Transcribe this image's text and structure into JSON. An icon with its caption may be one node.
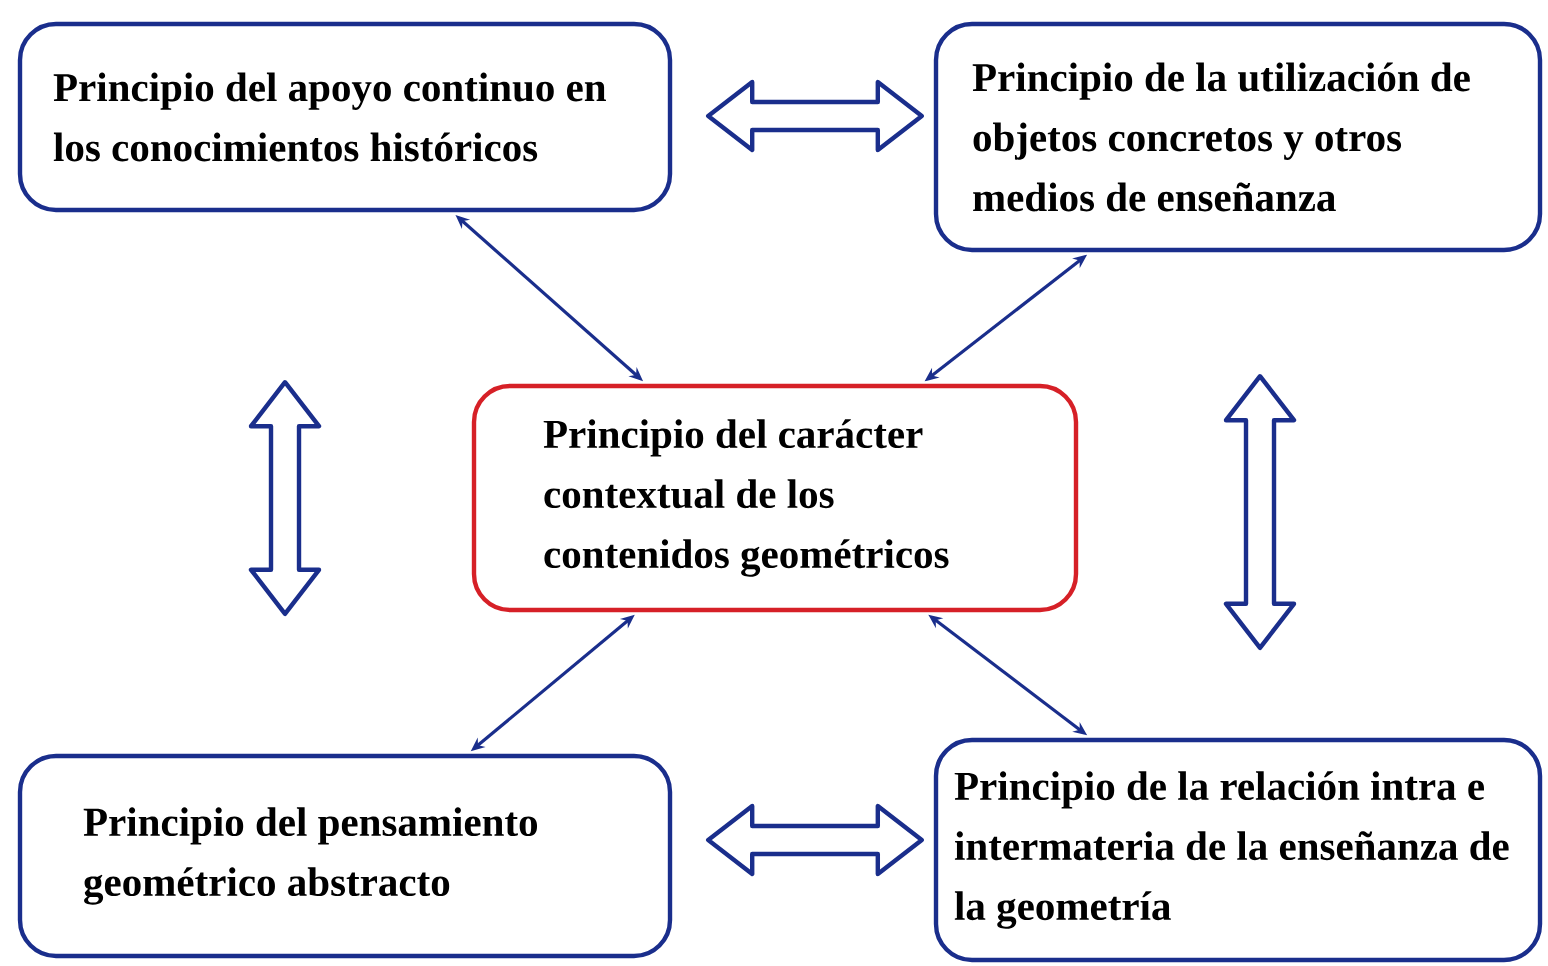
{
  "diagram": {
    "nodes": [
      {
        "text": [
          "Principio del apoyo continuo en los conocimientos históricos"
        ]
      },
      {
        "text": [
          "Principio de la utilización de objetos concretos y otros medios de enseñanza"
        ]
      },
      {
        "text": [
          "Principio del carácter contextual de los contenidos geométricos"
        ]
      },
      {
        "text": [
          "Principio del pensamiento geométrico abstracto"
        ]
      },
      {
        "text": [
          "Principio de la relación intra e intermateria de la enseñanza de la geometría"
        ]
      }
    ],
    "edges": [
      {
        "from": 0,
        "to": 1,
        "arrow": "both",
        "style": "thick"
      },
      {
        "from": 0,
        "to": 2,
        "arrow": "both"
      },
      {
        "from": 1,
        "to": 2,
        "arrow": "both"
      },
      {
        "from": 0,
        "to": 3,
        "arrow": "both",
        "style": "thick"
      },
      {
        "from": 1,
        "to": 4,
        "arrow": "both",
        "style": "thick"
      },
      {
        "from": 3,
        "to": 2,
        "arrow": "both"
      },
      {
        "from": 4,
        "to": 2,
        "arrow": "both"
      },
      {
        "from": 3,
        "to": 4,
        "arrow": "both",
        "style": "thick"
      }
    ]
  }
}
